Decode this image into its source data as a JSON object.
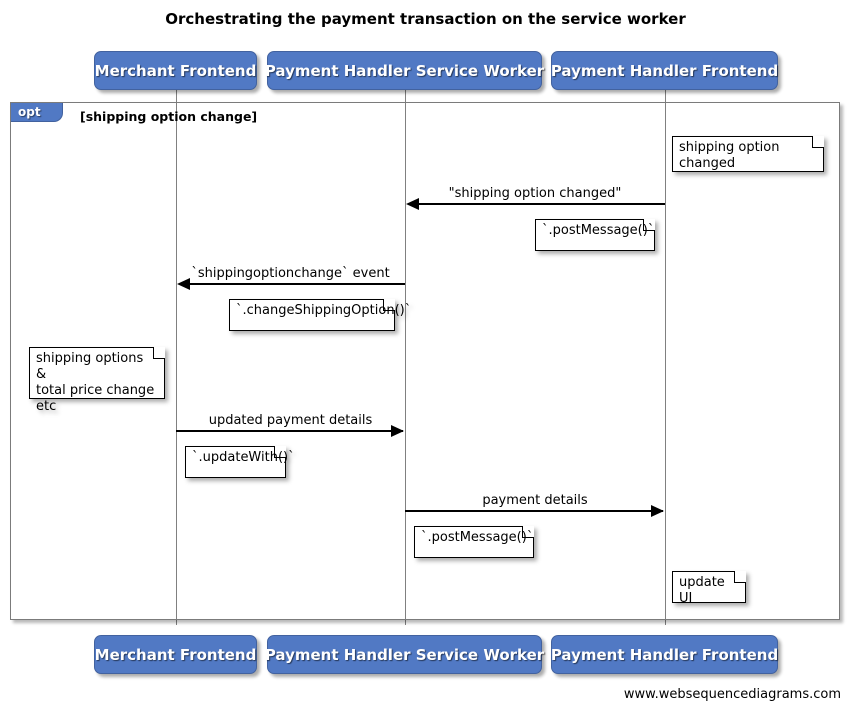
{
  "diagram": {
    "title": "Orchestrating the payment transaction on the service worker",
    "footer": "www.websequencediagrams.com",
    "colors": {
      "participant_fill": "#5179c4",
      "participant_text": "#ffffff",
      "lifeline": "#808080",
      "frame_border": "#7b7b7b",
      "note_fill": "#ffffff",
      "arrow": "#000000",
      "background": "#ffffff"
    }
  },
  "participants": [
    {
      "id": "merchant-frontend",
      "label": "Merchant Frontend"
    },
    {
      "id": "payment-handler-service-worker",
      "label": "Payment Handler Service Worker"
    },
    {
      "id": "payment-handler-frontend",
      "label": "Payment Handler Frontend"
    }
  ],
  "participants_bottom": [
    {
      "id": "merchant-frontend",
      "label": "Merchant Frontend"
    },
    {
      "id": "payment-handler-service-worker",
      "label": "Payment Handler Service Worker"
    },
    {
      "id": "payment-handler-frontend",
      "label": "Payment Handler Frontend"
    }
  ],
  "fragment": {
    "type": "opt",
    "tag_label": "opt",
    "condition": "[shipping option change]"
  },
  "messages": [
    {
      "id": "shipping-option-changed",
      "label": "\"shipping option changed\"",
      "from": "payment-handler-frontend",
      "to": "payment-handler-service-worker",
      "direction": "left"
    },
    {
      "id": "shippingoptionchange-event",
      "label": "`shippingoptionchange` event",
      "from": "payment-handler-service-worker",
      "to": "merchant-frontend",
      "direction": "left"
    },
    {
      "id": "updated-payment-details",
      "label": "updated payment details",
      "from": "merchant-frontend",
      "to": "payment-handler-service-worker",
      "direction": "right"
    },
    {
      "id": "payment-details",
      "label": "payment details",
      "from": "payment-handler-service-worker",
      "to": "payment-handler-frontend",
      "direction": "right"
    }
  ],
  "notes": [
    {
      "id": "note-shipping-option-changed",
      "text": "shipping option changed",
      "over": "payment-handler-frontend"
    },
    {
      "id": "note-postmessage-1",
      "text": "`.postMessage()`",
      "over": "payment-handler-service-worker"
    },
    {
      "id": "note-change-shipping-option",
      "text": "`.changeShippingOption()`",
      "over": "payment-handler-service-worker"
    },
    {
      "id": "note-shipping-options-total-price",
      "text": "shipping options &\ntotal price change etc",
      "over": "merchant-frontend"
    },
    {
      "id": "note-update-with",
      "text": "`.updateWith()`",
      "over": "merchant-frontend"
    },
    {
      "id": "note-postmessage-2",
      "text": "`.postMessage()`",
      "over": "payment-handler-service-worker"
    },
    {
      "id": "note-update-ui",
      "text": "update UI",
      "over": "payment-handler-frontend"
    }
  ]
}
